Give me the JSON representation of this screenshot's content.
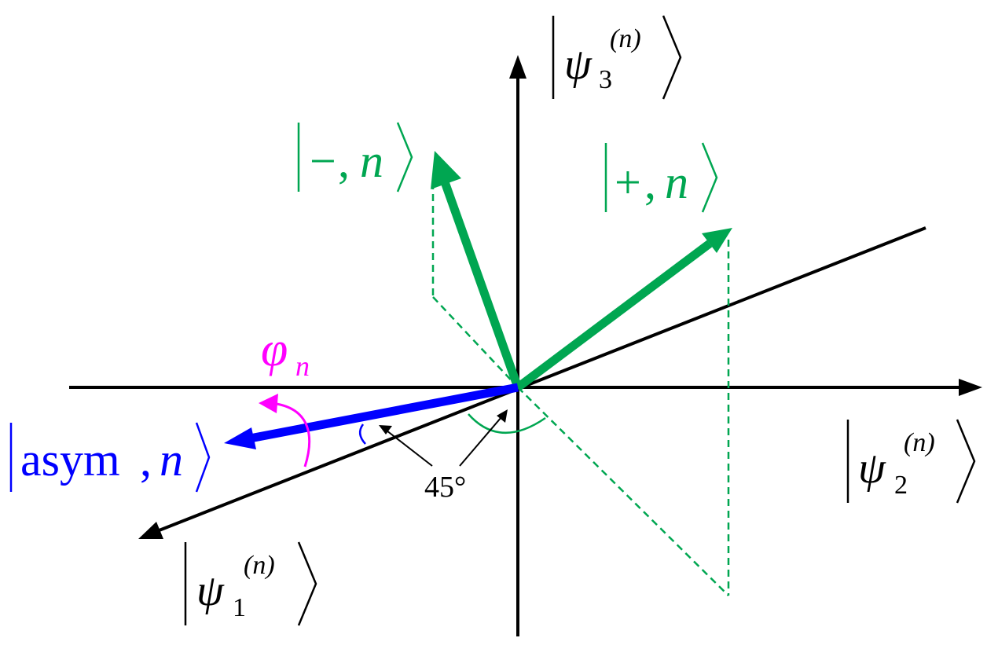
{
  "colors": {
    "axis": "#000000",
    "state_vector": "#00a651",
    "asym_vector": "#0000ff",
    "phase_angle": "#ff00ff",
    "projection_dash": "#00a651"
  },
  "labels": {
    "psi": "ψ",
    "psi1_subscript": "1",
    "psi2_subscript": "2",
    "psi3_subscript": "3",
    "superscript": "(n)",
    "minus_state_sign": "−",
    "plus_state_sign": "+",
    "state_separator": ",",
    "state_index": "n",
    "asym_word": "asym",
    "phase_symbol": "φ",
    "phase_subscript": "n",
    "angle_label": "45°"
  }
}
